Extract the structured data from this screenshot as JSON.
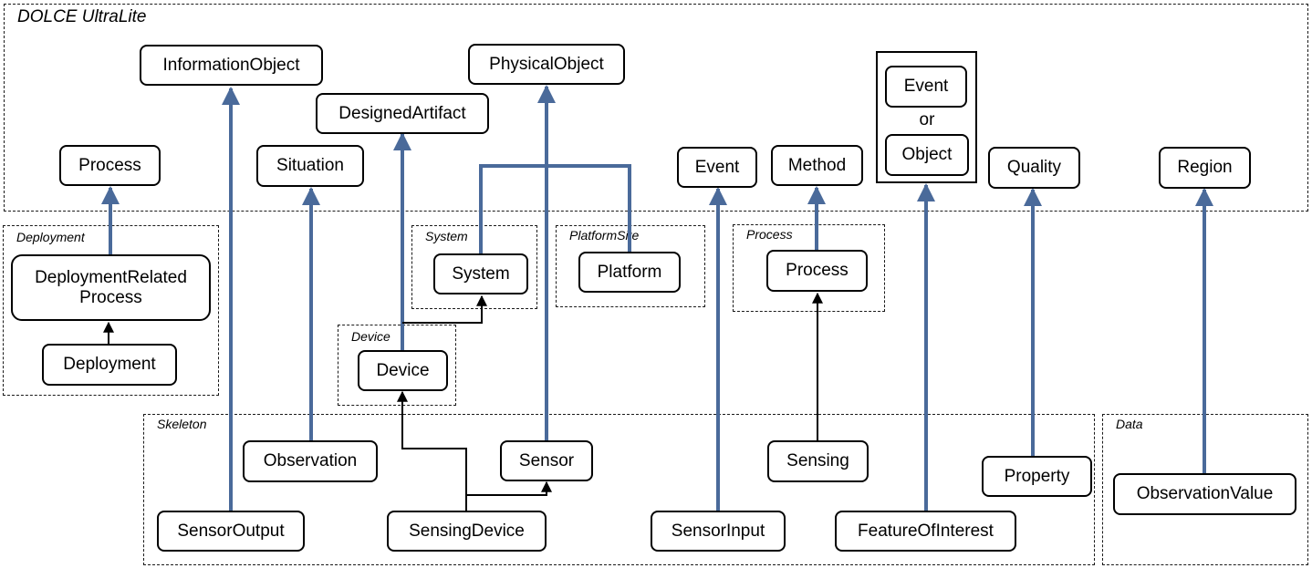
{
  "modules": {
    "dolce": "DOLCE UltraLite",
    "deployment": "Deployment",
    "system": "System",
    "platformsite": "PlatformSite",
    "process": "Process",
    "device": "Device",
    "skeleton": "Skeleton",
    "data": "Data"
  },
  "nodes": {
    "information_object": "InformationObject",
    "physical_object": "PhysicalObject",
    "designed_artifact": "DesignedArtifact",
    "process_top": "Process",
    "situation": "Situation",
    "event_top": "Event",
    "method": "Method",
    "event_inner": "Event",
    "or_label": "or",
    "object_inner": "Object",
    "quality": "Quality",
    "region": "Region",
    "deployment_related_process": "DeploymentRelated\nProcess",
    "deployment": "Deployment",
    "system": "System",
    "platform": "Platform",
    "process_module": "Process",
    "device": "Device",
    "observation": "Observation",
    "sensor": "Sensor",
    "sensing": "Sensing",
    "property": "Property",
    "sensor_output": "SensorOutput",
    "sensing_device": "SensingDevice",
    "sensor_input": "SensorInput",
    "feature_of_interest": "FeatureOfInterest",
    "observation_value": "ObservationValue"
  },
  "colors": {
    "alignment_edge": "#4a6a9a",
    "subclass_edge": "#000000"
  }
}
